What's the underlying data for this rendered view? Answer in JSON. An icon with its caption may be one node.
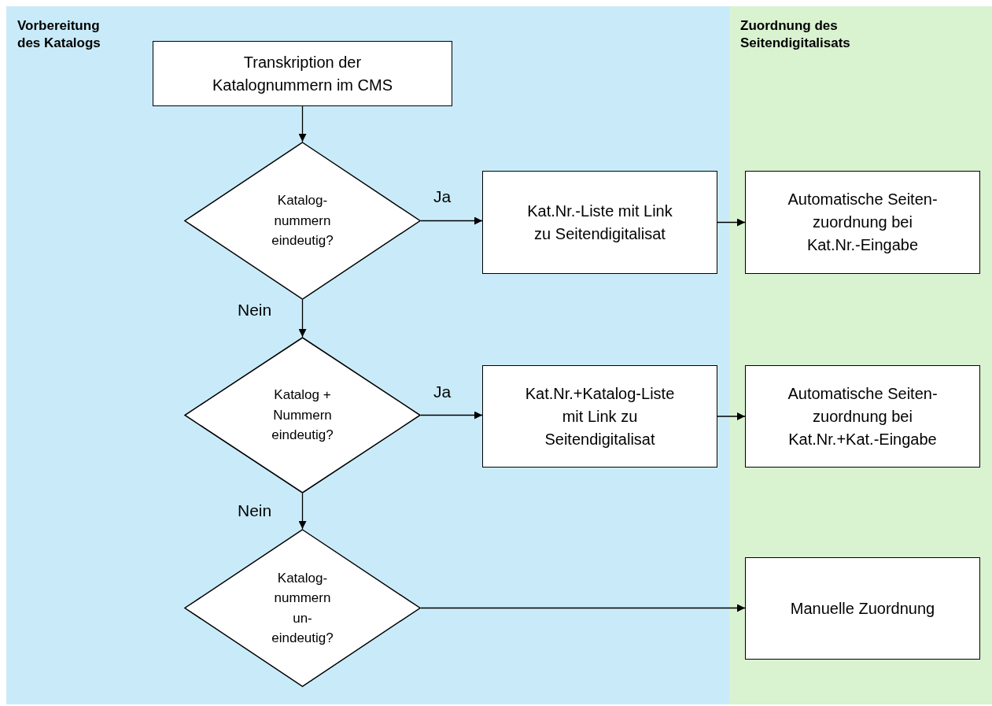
{
  "diagram": {
    "nodes": [
      {
        "text": [
          "Vorbereitung des Katalogs"
        ]
      },
      {
        "text": [
          "Zuordnung des Seitendigitalisats"
        ]
      },
      {
        "text": [
          "Transkription der Katalognummern im CMS"
        ],
        "in": 0
      },
      {
        "text": [
          "Katalog- nummern eindeutig?"
        ],
        "in": 0
      },
      {
        "text": [
          "Kat.Nr.-Liste mit Link zu Seitendigitalisat"
        ],
        "in": 0
      },
      {
        "text": [
          "Automatische Seiten- zuordnung bei Kat.Nr.-Eingabe"
        ],
        "in": 1
      },
      {
        "text": [
          "Katalog + Nummern eindeutig?"
        ],
        "in": 0
      },
      {
        "text": [
          "Kat.Nr.+Katalog-Liste mit Link zu Seitendigitalisat"
        ],
        "in": 0
      },
      {
        "text": [
          "Automatische Seiten- zuordnung bei Kat.Nr.+Kat.-Eingabe"
        ],
        "in": 1
      },
      {
        "text": [
          "Katalog- nummern un- eindeutig?"
        ],
        "in": 0
      },
      {
        "text": [
          "Manuelle Zuordnung"
        ],
        "in": 1
      }
    ],
    "edges": [
      {
        "from": 2,
        "to": 3,
        "arrow": "to"
      },
      {
        "from": 3,
        "to": 4,
        "arrow": "to",
        "label": "Ja"
      },
      {
        "from": 4,
        "to": 5,
        "arrow": "to"
      },
      {
        "from": 3,
        "to": 6,
        "arrow": "to",
        "label": "Nein"
      },
      {
        "from": 6,
        "to": 7,
        "arrow": "to",
        "label": "Ja"
      },
      {
        "from": 7,
        "to": 8,
        "arrow": "to"
      },
      {
        "from": 6,
        "to": 9,
        "arrow": "to",
        "label": "Nein"
      },
      {
        "from": 9,
        "to": 10,
        "arrow": "to"
      }
    ]
  }
}
